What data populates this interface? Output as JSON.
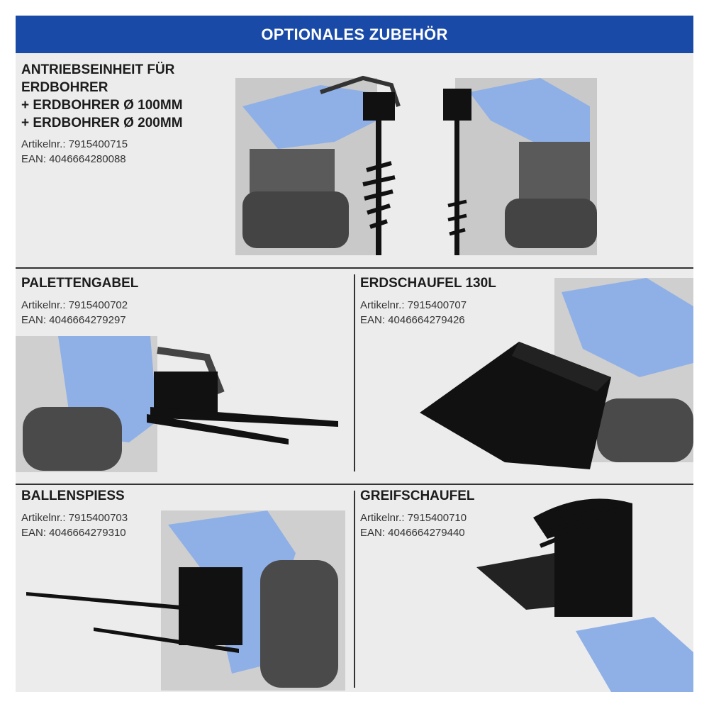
{
  "header": {
    "title": "OPTIONALES ZUBEHÖR"
  },
  "products": [
    {
      "title_lines": [
        "ANTRIEBSEINHEIT FÜR",
        "ERDBOHRER",
        "+ ERDBOHRER Ø 100MM",
        "+ ERDBOHRER Ø 200MM"
      ],
      "article": "Artikelnr.: 7915400715",
      "ean": "EAN: 4046664280088",
      "image_icon": "auger-drive-icon"
    },
    {
      "title": "PALETTENGABEL",
      "article": "Artikelnr.: 7915400702",
      "ean": "EAN: 4046664279297",
      "image_icon": "pallet-fork-icon"
    },
    {
      "title": "ERDSCHAUFEL 130L",
      "article": "Artikelnr.: 7915400707",
      "ean": "EAN: 4046664279426",
      "image_icon": "bucket-icon"
    },
    {
      "title": "BALLENSPIESS",
      "article": "Artikelnr.: 7915400703",
      "ean": "EAN: 4046664279310",
      "image_icon": "bale-spear-icon"
    },
    {
      "title": "GREIFSCHAUFEL",
      "article": "Artikelnr.: 7915400710",
      "ean": "EAN: 4046664279440",
      "image_icon": "grapple-bucket-icon"
    }
  ],
  "colors": {
    "header_bg": "#1a4aa8",
    "panel_bg": "#ececec",
    "machine_blue": "#8fb0e6",
    "attachment": "#111111"
  }
}
